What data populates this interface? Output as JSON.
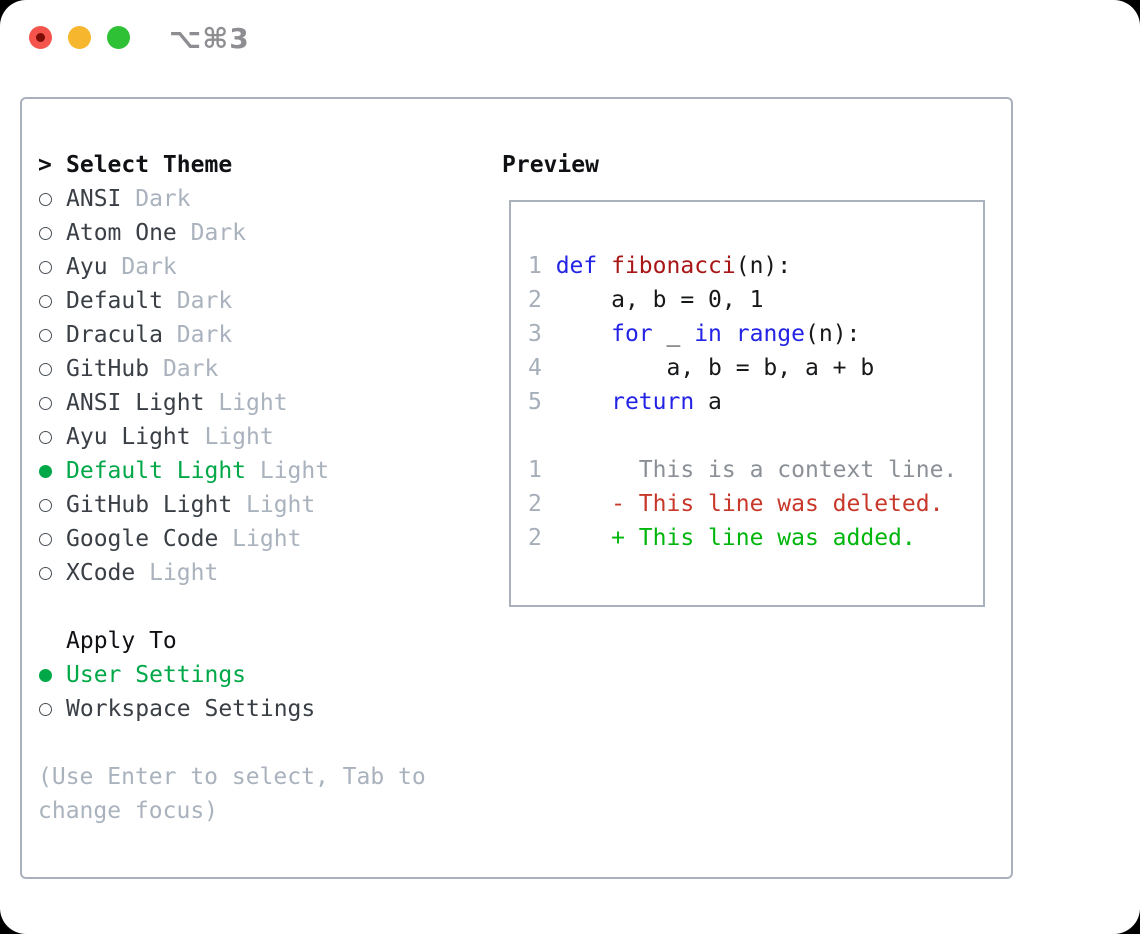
{
  "window": {
    "title": "⌥⌘3"
  },
  "theme_panel": {
    "header": {
      "prefix": ">",
      "label": "Select Theme"
    },
    "themes": [
      {
        "name": "ANSI",
        "variant": "Dark",
        "selected": false
      },
      {
        "name": "Atom One",
        "variant": "Dark",
        "selected": false
      },
      {
        "name": "Ayu",
        "variant": "Dark",
        "selected": false
      },
      {
        "name": "Default",
        "variant": "Dark",
        "selected": false
      },
      {
        "name": "Dracula",
        "variant": "Dark",
        "selected": false
      },
      {
        "name": "GitHub",
        "variant": "Dark",
        "selected": false
      },
      {
        "name": "ANSI Light",
        "variant": "Light",
        "selected": false
      },
      {
        "name": "Ayu Light",
        "variant": "Light",
        "selected": false
      },
      {
        "name": "Default Light",
        "variant": "Light",
        "selected": true
      },
      {
        "name": "GitHub Light",
        "variant": "Light",
        "selected": false
      },
      {
        "name": "Google Code",
        "variant": "Light",
        "selected": false
      },
      {
        "name": "XCode",
        "variant": "Light",
        "selected": false
      }
    ],
    "apply_to": {
      "label": "Apply To",
      "options": [
        {
          "name": "User Settings",
          "selected": true
        },
        {
          "name": "Workspace Settings",
          "selected": false
        }
      ]
    },
    "help": "(Use Enter to select, Tab to change focus)"
  },
  "preview": {
    "label": "Preview",
    "code_lines": [
      {
        "num": "1",
        "tokens": [
          {
            "t": "def",
            "c": "kw"
          },
          {
            "t": " ",
            "c": "pl"
          },
          {
            "t": "fibonacci",
            "c": "fn"
          },
          {
            "t": "(n):",
            "c": "pl"
          }
        ]
      },
      {
        "num": "2",
        "tokens": [
          {
            "t": "    a, b = 0, 1",
            "c": "pl"
          }
        ]
      },
      {
        "num": "3",
        "tokens": [
          {
            "t": "    ",
            "c": "pl"
          },
          {
            "t": "for",
            "c": "kw"
          },
          {
            "t": " _ ",
            "c": "pl"
          },
          {
            "t": "in",
            "c": "kw"
          },
          {
            "t": " ",
            "c": "pl"
          },
          {
            "t": "range",
            "c": "kw"
          },
          {
            "t": "(n):",
            "c": "pl"
          }
        ]
      },
      {
        "num": "4",
        "tokens": [
          {
            "t": "        a, b = b, a + b",
            "c": "pl"
          }
        ]
      },
      {
        "num": "5",
        "tokens": [
          {
            "t": "    ",
            "c": "pl"
          },
          {
            "t": "return",
            "c": "kw"
          },
          {
            "t": " a",
            "c": "pl"
          }
        ]
      }
    ],
    "diff_lines": [
      {
        "num": "1",
        "tokens": [
          {
            "t": "      This is a context line.",
            "c": "ctx"
          }
        ]
      },
      {
        "num": "2",
        "tokens": [
          {
            "t": "    - This line was deleted.",
            "c": "del"
          }
        ]
      },
      {
        "num": "2",
        "tokens": [
          {
            "t": "    + This line was added.",
            "c": "add"
          }
        ]
      }
    ]
  },
  "colors": {
    "selected_green": "#00a848",
    "keyword_blue": "#2323e6",
    "function_red": "#a81616",
    "diff_deleted_red": "#c8382a",
    "diff_added_green": "#00b60c",
    "muted_gray": "#a9b2bd",
    "border_gray": "#a9b2bc",
    "traffic_red": "#f4544c",
    "traffic_yellow": "#f6b62d",
    "traffic_green": "#2fc135"
  }
}
